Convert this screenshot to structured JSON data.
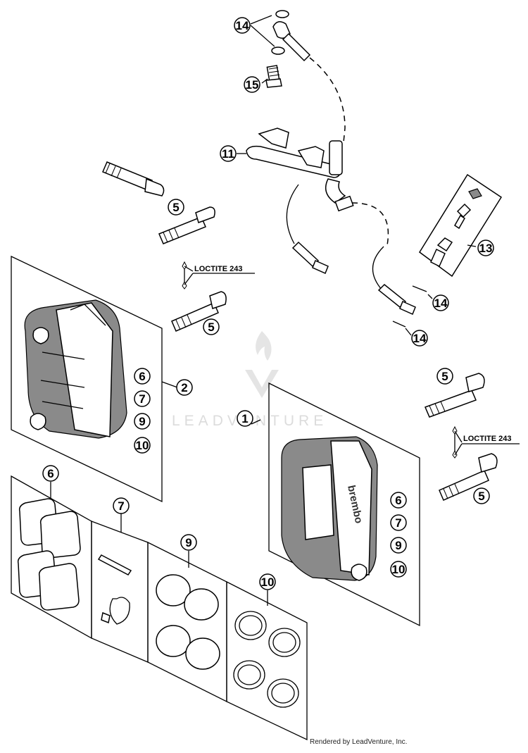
{
  "callouts": {
    "c1": "1",
    "c2": "2",
    "c5a": "5",
    "c5b": "5",
    "c5c": "5",
    "c5d": "5",
    "c6a": "6",
    "c6b": "6",
    "c6c": "6",
    "c7a": "7",
    "c7b": "7",
    "c7c": "7",
    "c9a": "9",
    "c9b": "9",
    "c9c": "9",
    "c10a": "10",
    "c10b": "10",
    "c10c": "10",
    "c11": "11",
    "c13": "13",
    "c14a": "14",
    "c14b": "14",
    "c14c": "14",
    "c15": "15"
  },
  "labels": {
    "loctite_left": "LOCTITE 243",
    "loctite_right": "LOCTITE 243",
    "caliper_brand": "brembo"
  },
  "watermark": {
    "text": "LEADVENTURE"
  },
  "footer": {
    "credit": "Rendered by LeadVenture, Inc."
  }
}
